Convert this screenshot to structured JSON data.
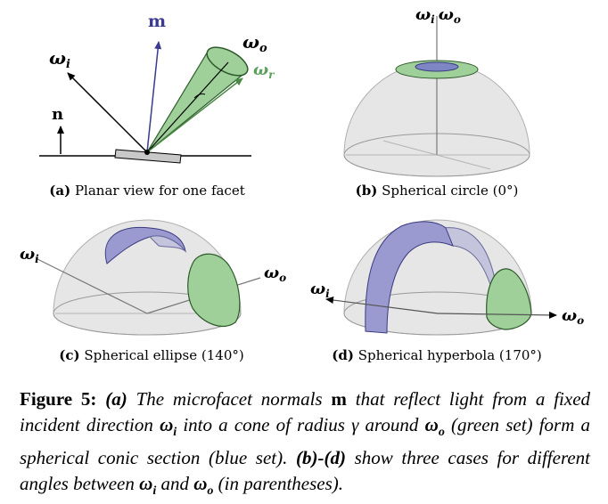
{
  "panels": {
    "a": {
      "tag": "(a)",
      "caption": "Planar view for one facet",
      "labels": {
        "omega_i": "ω",
        "omega_i_sub": "i",
        "m": "m",
        "n": "n",
        "omega_o": "ω",
        "omega_o_sub": "o",
        "omega_r": "ω",
        "omega_r_sub": "r"
      }
    },
    "b": {
      "tag": "(b)",
      "caption": "Spherical circle (0°)",
      "labels": {
        "omega_i": "ω",
        "omega_i_sub": "i",
        "omega_o": "ω",
        "omega_o_sub": "o"
      }
    },
    "c": {
      "tag": "(c)",
      "caption": "Spherical ellipse (140°)",
      "labels": {
        "omega_i": "ω",
        "omega_i_sub": "i",
        "omega_o": "ω",
        "omega_o_sub": "o"
      }
    },
    "d": {
      "tag": "(d)",
      "caption": "Spherical hyperbola (170°)",
      "labels": {
        "omega_i": "ω",
        "omega_i_sub": "i",
        "omega_o": "ω",
        "omega_o_sub": "o"
      }
    }
  },
  "figure_caption": {
    "lead": "Figure 5:",
    "ref_a": "(a)",
    "text_1": "The microfacet normals",
    "m": "m",
    "text_2": "that reflect light from a fixed incident direction",
    "wi": "ω",
    "wi_sub": "i",
    "text_3": "into a cone of radius",
    "gamma": "γ",
    "text_4": "around",
    "wo": "ω",
    "wo_sub": "o",
    "text_5": "(green set) form a spherical conic section (blue set).",
    "ref_bd": "(b)-(d)",
    "text_6": "show three cases for different angles between",
    "wi2": "ω",
    "wi2_sub": "i",
    "and": "and",
    "wo2": "ω",
    "wo2_sub": "o",
    "text_7": "(in parentheses)."
  },
  "colors": {
    "green": "#9fd09a",
    "green_stroke": "#3f7a3a",
    "blue": "#9a9ad0",
    "blue_stroke": "#3a3a80",
    "dome": "#e4e4e4",
    "label_green": "#5aa05a",
    "label_blue": "#3a3a90"
  }
}
